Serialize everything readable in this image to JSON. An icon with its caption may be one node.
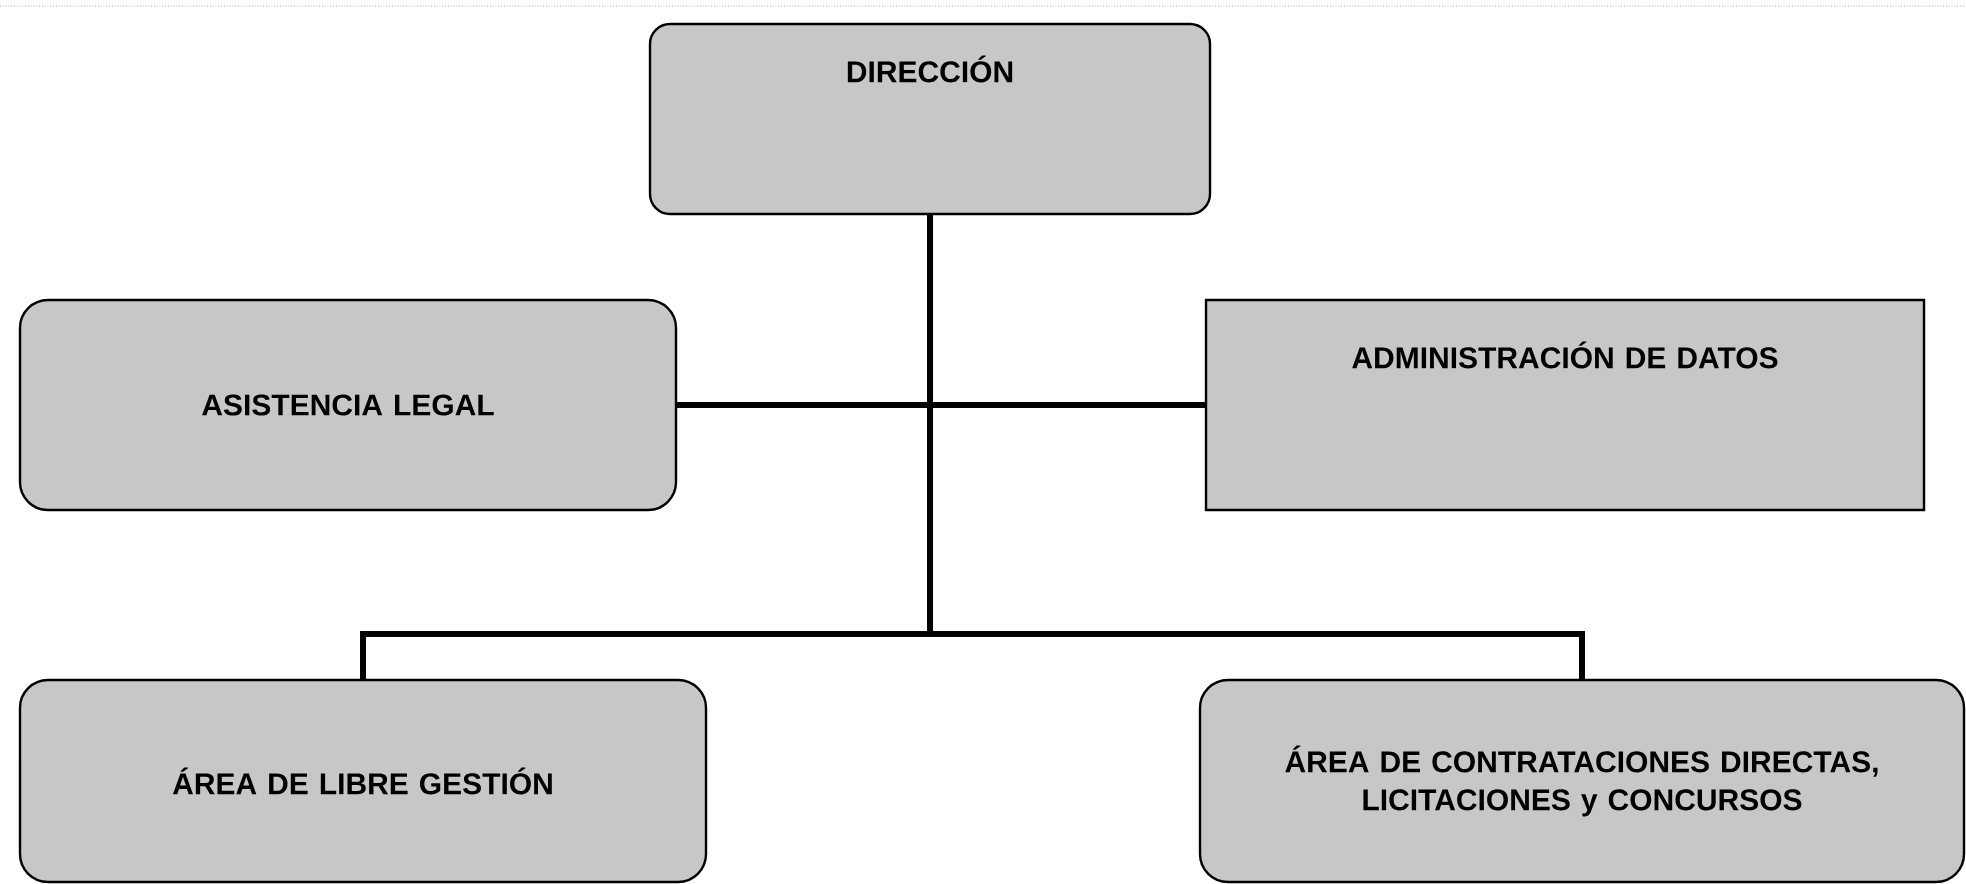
{
  "diagram": {
    "nodes": [
      {
        "text": [
          "DIRECCIÓN"
        ]
      },
      {
        "text": [
          "ASISTENCIA LEGAL"
        ]
      },
      {
        "text": [
          "ADMINISTRACIÓN DE DATOS"
        ]
      },
      {
        "text": [
          "ÁREA DE LIBRE GESTIÓN"
        ]
      },
      {
        "text": [
          "ÁREA DE CONTRATACIONES DIRECTAS, LICITACIONES y CONCURSOS"
        ]
      }
    ],
    "edges": [
      {
        "from": 0,
        "to": 1,
        "arrow": "none"
      },
      {
        "from": 0,
        "to": 2,
        "arrow": "none"
      },
      {
        "from": 0,
        "to": 3,
        "arrow": "none"
      },
      {
        "from": 0,
        "to": 4,
        "arrow": "none"
      }
    ]
  }
}
